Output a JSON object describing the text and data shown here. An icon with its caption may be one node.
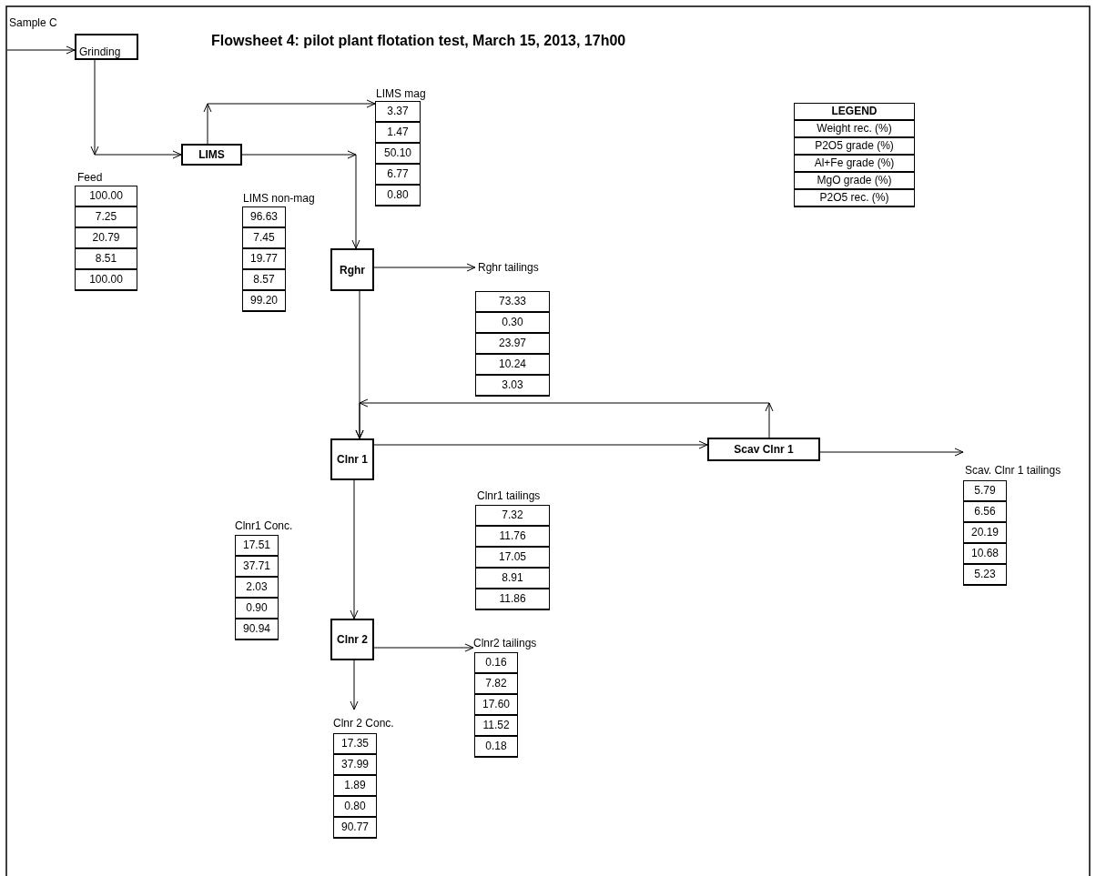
{
  "diagram": {
    "title": "Flowsheet 4: pilot plant flotation test, March 15, 2013, 17h00",
    "nodes": [
      {
        "text": [
          "Grinding"
        ]
      },
      {
        "text": [
          "LIMS"
        ]
      },
      {
        "text": [
          "LIMS mag",
          "3.37",
          "1.47",
          "50.10",
          "6.77",
          "0.80"
        ]
      },
      {
        "text": [
          "Feed",
          "100.00",
          "7.25",
          "20.79",
          "8.51",
          "100.00"
        ]
      },
      {
        "text": [
          "LIMS non-mag",
          "96.63",
          "7.45",
          "19.77",
          "8.57",
          "99.20"
        ]
      },
      {
        "text": [
          "Rghr"
        ]
      },
      {
        "text": [
          "Rghr tailings",
          "73.33",
          "0.30",
          "23.97",
          "10.24",
          "3.03"
        ]
      },
      {
        "text": [
          "Clnr 1"
        ]
      },
      {
        "text": [
          "Scav Clnr 1"
        ]
      },
      {
        "text": [
          "Scav. Clnr 1 tailings",
          "5.79",
          "6.56",
          "20.19",
          "10.68",
          "5.23"
        ]
      },
      {
        "text": [
          "Clnr1 Conc.",
          "17.51",
          "37.71",
          "2.03",
          "0.90",
          "90.94"
        ]
      },
      {
        "text": [
          "Clnr1 tailings",
          "7.32",
          "11.76",
          "17.05",
          "8.91",
          "11.86"
        ]
      },
      {
        "text": [
          "Clnr 2"
        ]
      },
      {
        "text": [
          "Clnr2 tailings",
          "0.16",
          "7.82",
          "17.60",
          "11.52",
          "0.18"
        ]
      },
      {
        "text": [
          "Clnr 2 Conc.",
          "17.35",
          "37.99",
          "1.89",
          "0.80",
          "90.77"
        ]
      },
      {
        "text": [
          "LEGEND",
          "Weight rec. (%)",
          "P2O5 grade (%)",
          "Al+Fe grade (%)",
          "MgO grade (%)",
          "P2O5 rec. (%)"
        ]
      }
    ],
    "edges": [
      {
        "from": null,
        "to": 0,
        "arrow": "to"
      },
      {
        "from": 0,
        "to": 1,
        "arrow": "to"
      },
      {
        "from": 1,
        "to": 2,
        "arrow": "to"
      },
      {
        "from": 1,
        "to": 5,
        "arrow": "to"
      },
      {
        "from": 5,
        "to": 6,
        "arrow": "to"
      },
      {
        "from": 5,
        "to": 7,
        "arrow": "to"
      },
      {
        "from": 7,
        "to": 8,
        "arrow": "to"
      },
      {
        "from": 8,
        "to": 7,
        "arrow": "to"
      },
      {
        "from": 8,
        "to": 9,
        "arrow": "to"
      },
      {
        "from": 7,
        "to": 12,
        "arrow": "to"
      },
      {
        "from": 12,
        "to": 13,
        "arrow": "to"
      },
      {
        "from": 12,
        "to": 14,
        "arrow": "to"
      }
    ],
    "labels": [
      "Sample C"
    ]
  }
}
